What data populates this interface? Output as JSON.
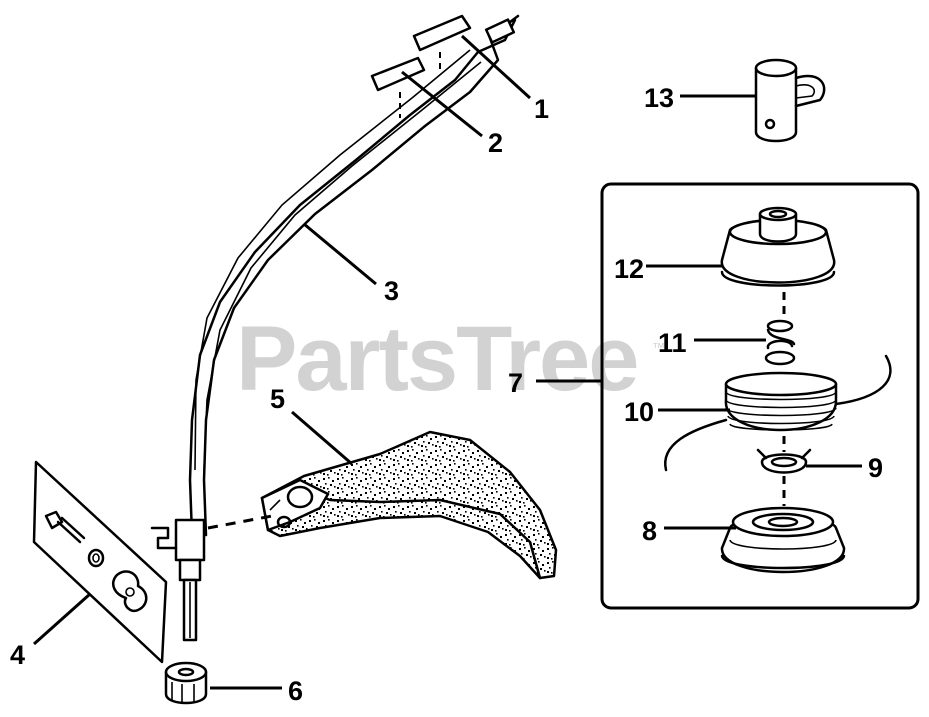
{
  "watermark": {
    "text": "PartsTree",
    "trademark": "™"
  },
  "callouts": [
    {
      "id": "p1",
      "label": "1",
      "part": "label-decal-upper"
    },
    {
      "id": "p2",
      "label": "2",
      "part": "label-decal-lower"
    },
    {
      "id": "p3",
      "label": "3",
      "part": "curved-shaft"
    },
    {
      "id": "p4",
      "label": "4",
      "part": "mounting-hardware-card"
    },
    {
      "id": "p5",
      "label": "5",
      "part": "debris-shield"
    },
    {
      "id": "p6",
      "label": "6",
      "part": "drive-knob"
    },
    {
      "id": "p7",
      "label": "7",
      "part": "trimmer-head-assembly"
    },
    {
      "id": "p8",
      "label": "8",
      "part": "spool-hub"
    },
    {
      "id": "p9",
      "label": "9",
      "part": "retainer-clip"
    },
    {
      "id": "p10",
      "label": "10",
      "part": "line-spool"
    },
    {
      "id": "p11",
      "label": "11",
      "part": "spring"
    },
    {
      "id": "p12",
      "label": "12",
      "part": "spool-cover"
    },
    {
      "id": "p13",
      "label": "13",
      "part": "drive-shaft-coupler"
    }
  ]
}
